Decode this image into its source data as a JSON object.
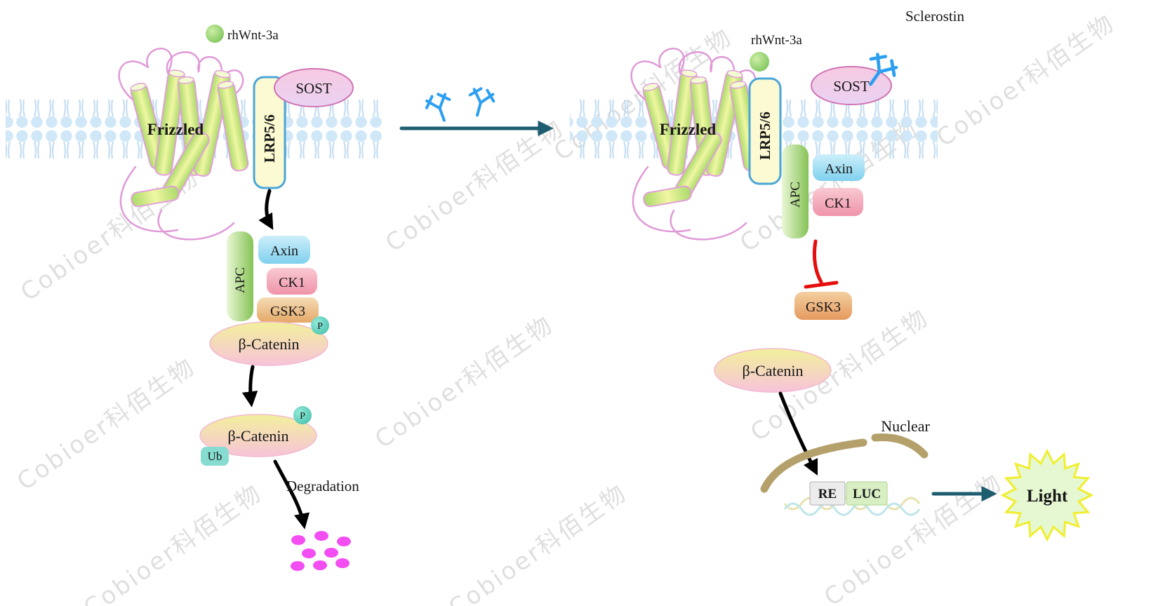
{
  "watermark": {
    "text": "Cobioer科佰生物"
  },
  "icons": {
    "antibody": "IgG Y-shape antibody",
    "phosphate": "small teal circle P",
    "degradation_dots": "magenta fragment dots",
    "light_starburst": "yellow starburst"
  },
  "colors": {
    "membrane_blue": "#cfe7f7",
    "antibody_blue": "#2d9ff0",
    "inhibition_red": "#e60d0d",
    "arrow_teal": "#1e5d70",
    "degradation_magenta": "#f24ef2",
    "starburst_border": "#f0ee30",
    "starburst_fill": "#e6f8d2",
    "lrp_border_blue": "#4aa6d8"
  },
  "left_panel": {
    "frizzled_label": "Frizzled",
    "lrp56_label": "LRP5/6",
    "sost_label": "SOST",
    "rhwnt3a_label": "rhWnt-3a",
    "apc_label": "APC",
    "axin_label": "Axin",
    "ck1_label": "CK1",
    "gsk3_label": "GSK3",
    "beta_catenin_p_label": "β-Catenin",
    "phosphate_label": "P",
    "beta_catenin_ub_label": "β-Catenin",
    "phosphate2_label": "P",
    "ubiquitin_label": "Ub",
    "degradation_label": "Degradation"
  },
  "right_panel": {
    "sclerostin_label": "Sclerostin",
    "frizzled_label": "Frizzled",
    "lrp56_label": "LRP5/6",
    "sost_label": "SOST",
    "rhwnt3a_label": "rhWnt-3a",
    "apc_label": "APC",
    "axin_label": "Axin",
    "ck1_label": "CK1",
    "gsk3_label": "GSK3",
    "beta_catenin_label": "β-Catenin",
    "nuclear_label": "Nuclear",
    "re_label": "RE",
    "luc_label": "LUC",
    "light_label": "Light"
  }
}
